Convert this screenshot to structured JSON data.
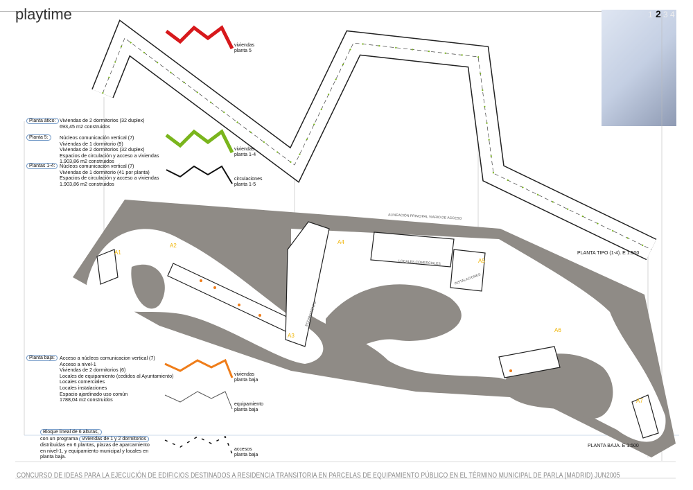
{
  "header": {
    "title": "playtime",
    "page_numbers": [
      "1",
      "2",
      "3",
      "4"
    ],
    "current_page": "2"
  },
  "sections": [
    {
      "tag": "Planta ático:",
      "text": "Viviendas de 2 dormitorios (32 duplex)\n693,45 m2 construidos"
    },
    {
      "tag": "Planta 5:",
      "text": "Núcleos comunicación vertical (7)\nViviendas de 1 dormitorio (9)\nViviendas de 2 dormitorios (32 duplex)\nEspacios de circulación y acceso a viviendas\n1.903,86 m2 construidos"
    },
    {
      "tag": "Plantas 1-4:",
      "text": "Núcleos comunicación vertical (7)\nViviendas de 1 dormitorio (41 por planta)\nEspacios de circulación y acceso a viviendas\n1.903,86 m2 construidos"
    },
    {
      "tag": "Planta baja:",
      "text": "Acceso a núcleos comunicacion vertical (7)\nAcceso a nivel-1\nViviendas de 2 dormitorios (6)\nLocales de equipamiento (cedidos al Ayuntamiento)\nLocales comerciales\nLocales instalaciones\nEspacio ajardinado uso común\n1788,04 m2 construidos"
    }
  ],
  "summary": {
    "highlight1": "Bloque lineal de 6 alturas,",
    "line2a": "con un programa ",
    "highlight2": "viviendas de 1 y 2 dormitorios",
    "rest": "distribuidas en 6 plantas, plazas de aparcamiento\nen nivel-1, y equipamiento municipal y locales en\nplanta baja."
  },
  "legends": [
    {
      "label": "viviendas\nplanta 5",
      "color": "#d7191c"
    },
    {
      "label": "viviendas\nplanta 1-4",
      "color": "#7ab51d"
    },
    {
      "label": "circulaciones\nplanta 1-5",
      "color": "#111111"
    },
    {
      "label": "viviendas\nplanta baja",
      "color": "#ef7d1a"
    },
    {
      "label": "equipamiento\nplanta baja",
      "color": "#ffffff"
    },
    {
      "label": "accesos\nplanta baja",
      "color": "#111111"
    }
  ],
  "plan_labels": {
    "tipo": "PLANTA TIPO (1-4).  E 1:500",
    "baja": "PLANTA BAJA.  E 1:500",
    "alineacion": "ALINEACIÓN PRINCIPAL VIARIO DE ACCESO",
    "locales": "LOCALES COMERCIALES",
    "instalaciones": "INSTALACIONES",
    "equipamiento": "EQUIPAMIENTO"
  },
  "accesses": [
    "A1",
    "A2",
    "A3",
    "A4",
    "A5",
    "A6",
    "A7"
  ],
  "colors": {
    "ground": "#8f8b86",
    "accent_yellow": "#f0b400",
    "tag_border": "#6f97c6"
  },
  "footer": "CONCURSO DE IDEAS PARA LA EJECUCIÓN DE EDIFICIOS DESTINADOS A RESIDENCIA TRANSITORIA EN PARCELAS DE EQUIPAMIENTO PÚBLICO EN EL TÉRMINO MUNICIPAL DE PARLA (MADRID) JUN2005"
}
